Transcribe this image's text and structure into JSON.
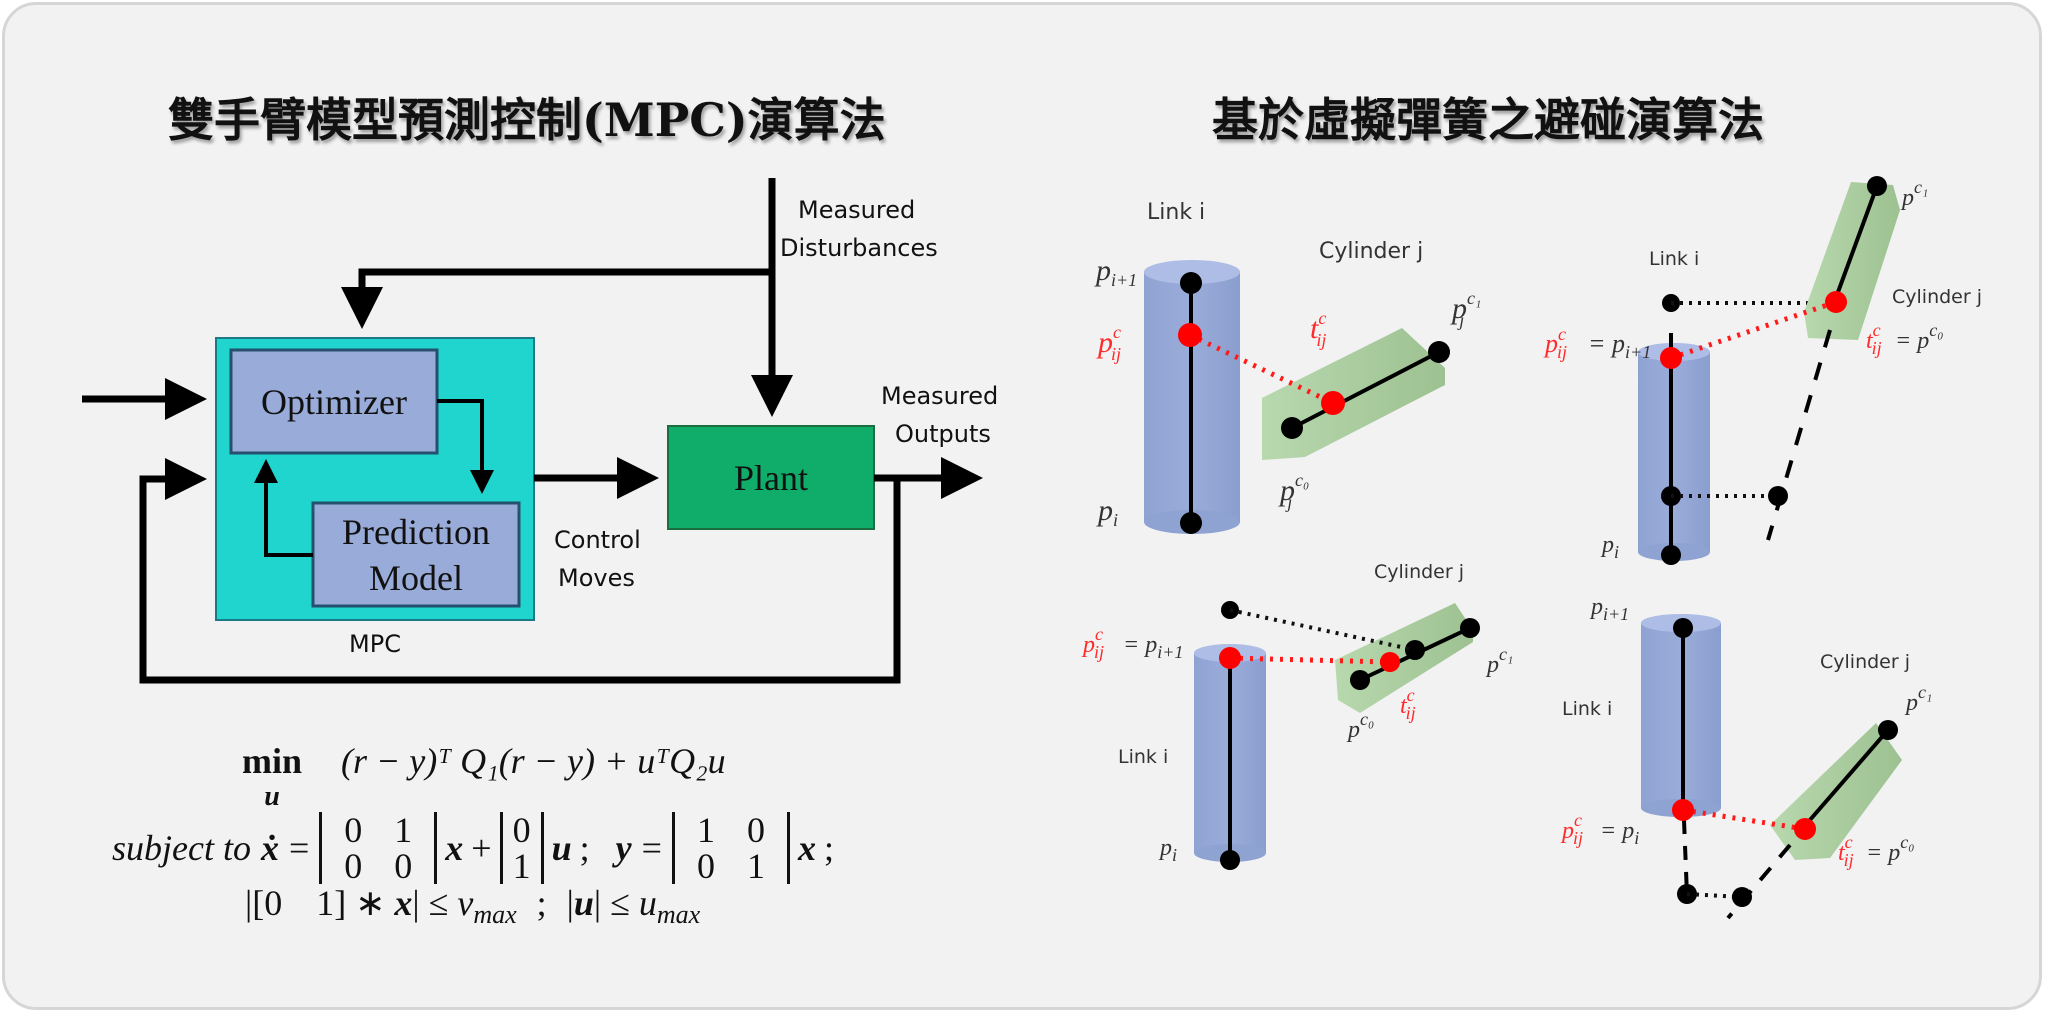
{
  "titles": {
    "left": "雙手臂模型預測控制(MPC)演算法",
    "right": "基於虛擬彈簧之避碰演算法"
  },
  "mpc_diagram": {
    "optimizer_label": "Optimizer",
    "prediction_model_label_line1": "Prediction",
    "prediction_model_label_line2": "Model",
    "plant_label": "Plant",
    "mpc_label": "MPC",
    "measured_disturbances_line1": "Measured",
    "measured_disturbances_line2": "Disturbances",
    "measured_outputs_line1": "Measured",
    "measured_outputs_line2": "Outputs",
    "control_moves_line1": "Control",
    "control_moves_line2": "Moves",
    "colors": {
      "mpc_box": "#20d5cd",
      "inner_box": "#99abd9",
      "plant_box": "#10ac6a"
    }
  },
  "equations": {
    "line1": {
      "min": "min",
      "min_sub": "u",
      "expr": "(r − y)ᵀ Q₁(r − y) + uᵀQ₂u"
    },
    "line2": {
      "prefix": "subject to",
      "xdot": "ẋ",
      "A": [
        [
          "0",
          "1"
        ],
        [
          "0",
          "0"
        ]
      ],
      "B": [
        [
          "0"
        ],
        [
          "1"
        ]
      ],
      "C": [
        [
          "1",
          "0"
        ],
        [
          "0",
          "1"
        ]
      ]
    },
    "line3": {
      "row": [
        "0",
        "1"
      ],
      "v_max": "v",
      "v_sub": "max",
      "u_max": "u",
      "u_sub": "max"
    }
  },
  "collision_diagrams": [
    {
      "link_label": "Link i",
      "cylinder_label": "Cylinder j",
      "p_top": "p",
      "p_top_sub": "i+1",
      "p_bottom": "p",
      "p_bottom_sub": "i",
      "pc": "p",
      "pc_sup": "c",
      "pc_sub": "ij",
      "tc": "t",
      "tc_sup": "c",
      "tc_sub": "ij",
      "pj_c1": "p",
      "pj_c1_sup": "c₁",
      "pj_sub": "j",
      "pj_c0": "p",
      "pj_c0_sup": "c₀"
    },
    {
      "link_label": "Link i",
      "cylinder_label": "Cylinder j",
      "pc_eq": "= p",
      "pc_eq_sub": "i+1",
      "tc_eq": "= p",
      "tc_eq_sup": "c₀",
      "tc_eq_sub": "j",
      "p_bottom": "p",
      "p_bottom_sub": "i",
      "pj_c1_sup": "c₁"
    },
    {
      "link_label": "Link i",
      "cylinder_label": "Cylinder j",
      "pc_eq": "= p",
      "pc_eq_sub": "i+1",
      "p_bottom": "p",
      "p_bottom_sub": "i",
      "pj_c1_sup": "c₁",
      "pj_c0_sup": "c₀"
    },
    {
      "link_label": "Link i",
      "cylinder_label": "Cylinder j",
      "p_top": "p",
      "p_top_sub": "i+1",
      "pc_eq": "= p",
      "pc_eq_sub": "i",
      "tc_eq": "= p",
      "tc_eq_sup": "c₀",
      "tc_eq_sub": "j",
      "pj_c1_sup": "c₁"
    }
  ]
}
